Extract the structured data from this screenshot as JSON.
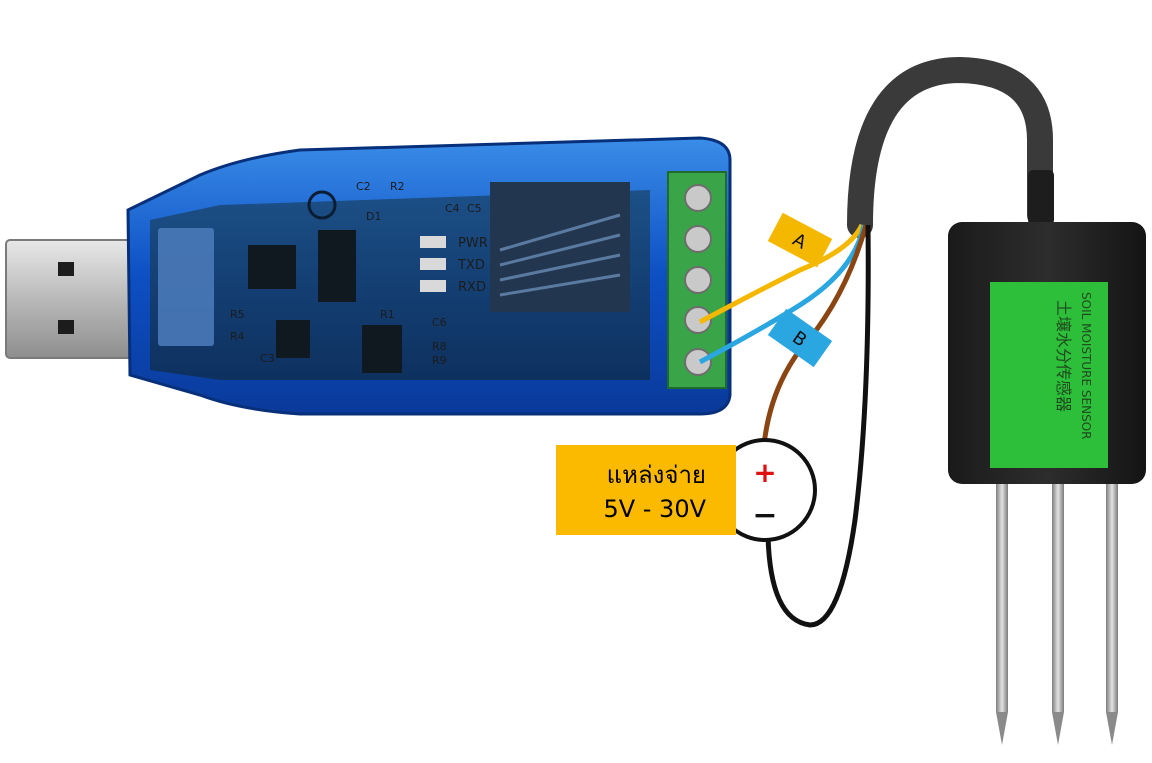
{
  "usb_adapter": {
    "led_labels": [
      "PWR",
      "TXD",
      "RXD"
    ],
    "component_labels": [
      "C2",
      "R2",
      "D1",
      "C4",
      "C5",
      "R1",
      "C6",
      "R8",
      "R9",
      "C3",
      "R5",
      "R4"
    ]
  },
  "wires": {
    "a_label": "A",
    "b_label": "B",
    "colors": {
      "a": "#f5b800",
      "b": "#2aa7e0",
      "positive": "#8b4513",
      "negative": "#111111"
    }
  },
  "power_supply": {
    "label_line1": "แหล่งจ่าย",
    "label_line2": "5V - 30V",
    "plus_symbol": "+",
    "minus_symbol": "−",
    "label_color": "#fbba00"
  },
  "sensor": {
    "title_en": "SOIL MOISTURE SENSOR",
    "title_cn": "土壤水分传感器",
    "label_color": "#2ebf3a"
  }
}
